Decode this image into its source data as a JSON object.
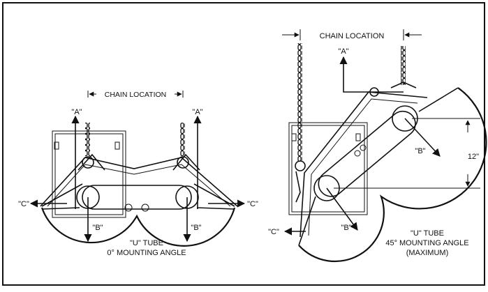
{
  "left_figure": {
    "chain_location": "CHAIN LOCATION",
    "label_a_left": "\"A\"",
    "label_a_right": "\"A\"",
    "label_b_left": "\"B\"",
    "label_b_right": "\"B\"",
    "label_c_left": "\"C\"",
    "label_c_right": "\"C\"",
    "caption_line1": "\"U\" TUBE",
    "caption_line2": "0° MOUNTING ANGLE"
  },
  "right_figure": {
    "chain_location": "CHAIN LOCATION",
    "label_a": "\"A\"",
    "label_b_upper": "\"B\"",
    "label_b_lower": "\"B\"",
    "label_c": "\"C\"",
    "dimension": "12\"",
    "caption_line1": "\"U\" TUBE",
    "caption_line2": "45° MOUNTING ANGLE",
    "caption_line3": "(MAXIMUM)"
  }
}
